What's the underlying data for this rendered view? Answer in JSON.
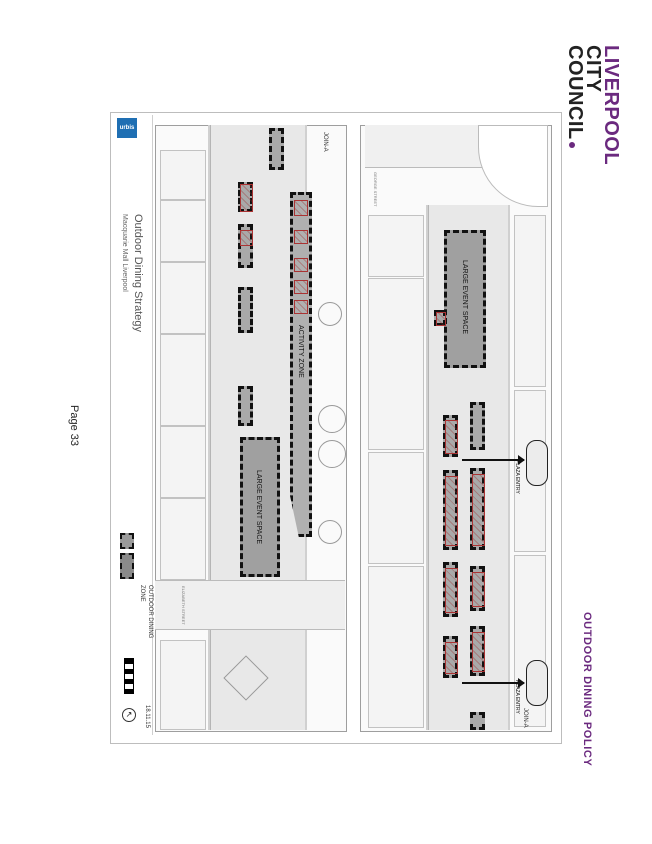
{
  "logo": {
    "line1": "LIVERPOOL",
    "line2": "CITY",
    "line3": "COUNCIL"
  },
  "header": {
    "policy_title": "OUTDOOR DINING POLICY"
  },
  "page": {
    "label": "Page 33"
  },
  "title_block": {
    "company": "urbis",
    "title": "Outdoor Dining Strategy",
    "subtitle": "Macquarie Mall  Liverpool",
    "date": "18.11.15"
  },
  "legend": {
    "label": "OUTDOOR DINING ZONE"
  },
  "plan": {
    "large_event_space_label": "LARGE EVENT SPACE",
    "activity_zone_label": "ACTIVITY ZONE",
    "plaza_entry_label": "PLAZA ENTRY",
    "join_label": "JOIN-A",
    "street_labels": [
      "ELIZABETH STREET",
      "GEORGE STREET"
    ]
  },
  "colors": {
    "brand_purple": "#6b2a7f",
    "zone_fill": "#a0a0a0",
    "urbis_blue": "#1f6fb3"
  }
}
